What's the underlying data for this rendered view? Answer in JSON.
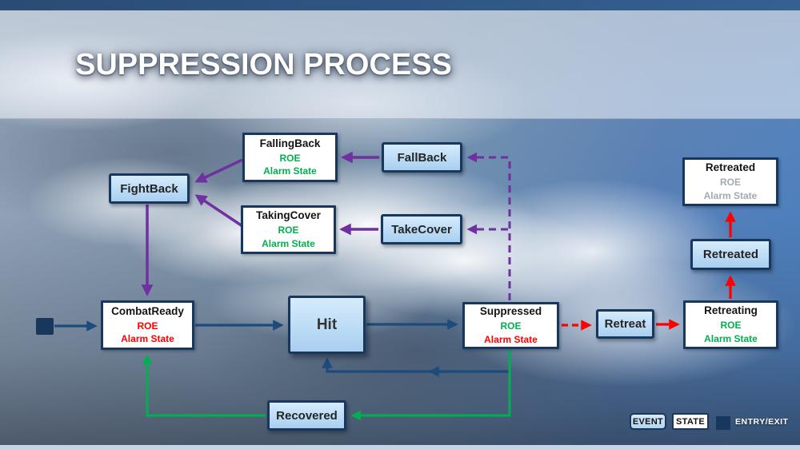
{
  "title": "SUPPRESSION PROCESS",
  "nodes": {
    "combat_ready": {
      "title": "CombatReady",
      "roe": "ROE",
      "alarm": "Alarm State"
    },
    "fight_back": {
      "label": "FightBack"
    },
    "falling_back": {
      "title": "FallingBack",
      "roe": "ROE",
      "alarm": "Alarm State"
    },
    "taking_cover": {
      "title": "TakingCover",
      "roe": "ROE",
      "alarm": "Alarm State"
    },
    "fall_back": {
      "label": "FallBack"
    },
    "take_cover": {
      "label": "TakeCover"
    },
    "hit": {
      "label": "Hit"
    },
    "suppressed": {
      "title": "Suppressed",
      "roe": "ROE",
      "alarm": "Alarm State"
    },
    "retreat": {
      "label": "Retreat"
    },
    "retreating": {
      "title": "Retreating",
      "roe": "ROE",
      "alarm": "Alarm State"
    },
    "retreated_event": {
      "label": "Retreated"
    },
    "retreated_state": {
      "title": "Retreated",
      "roe": "ROE",
      "alarm": "Alarm State"
    },
    "recovered": {
      "label": "Recovered"
    }
  },
  "legend": {
    "event": "EVENT",
    "state": "STATE",
    "entry_exit": "ENTRY/EXIT"
  },
  "colors": {
    "navy_border": "#17375D",
    "purple_arrow": "#7030A0",
    "blue_arrow": "#1C4B7C",
    "green": "#00B050",
    "red": "#FF0000",
    "gray_disabled": "#A3A9B2",
    "event_fill": "#BDDCF5"
  }
}
